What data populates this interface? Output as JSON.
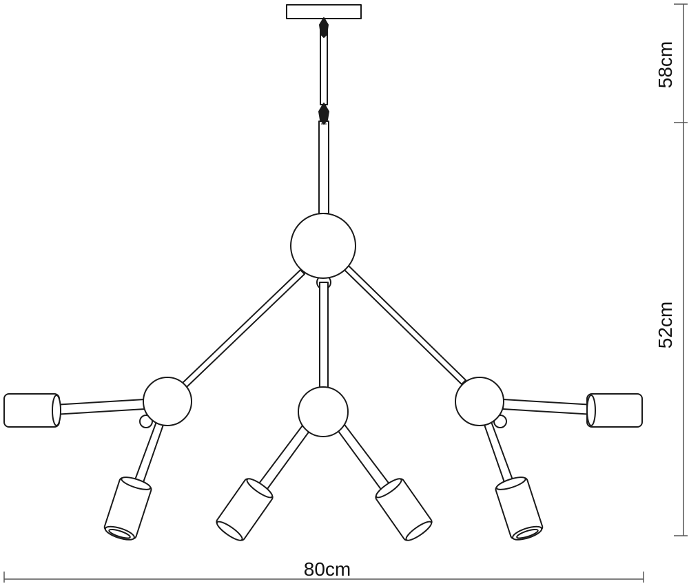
{
  "dimensions": {
    "cord_length": "58cm",
    "fixture_height": "52cm",
    "fixture_width": "80cm"
  },
  "fixture": {
    "arm_groups": 3,
    "sockets": 6
  },
  "colors": {
    "stroke": "#1a1a1a",
    "fill": "#ffffff",
    "connector": "#1a1a1a"
  }
}
